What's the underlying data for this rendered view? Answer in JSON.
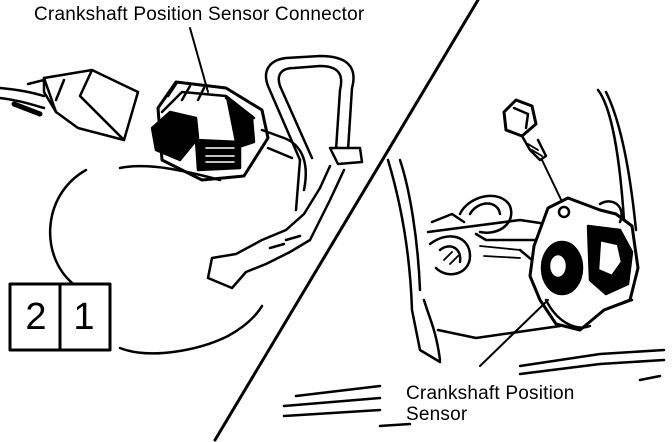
{
  "labels": {
    "connector_title": "Crankshaft Position Sensor Connector",
    "sensor_line1": "Crankshaft Position",
    "sensor_line2": "Sensor"
  },
  "terminal_view": {
    "pins": [
      "2",
      "1"
    ]
  },
  "colors": {
    "line": "#000000",
    "background": "#ffffff"
  }
}
